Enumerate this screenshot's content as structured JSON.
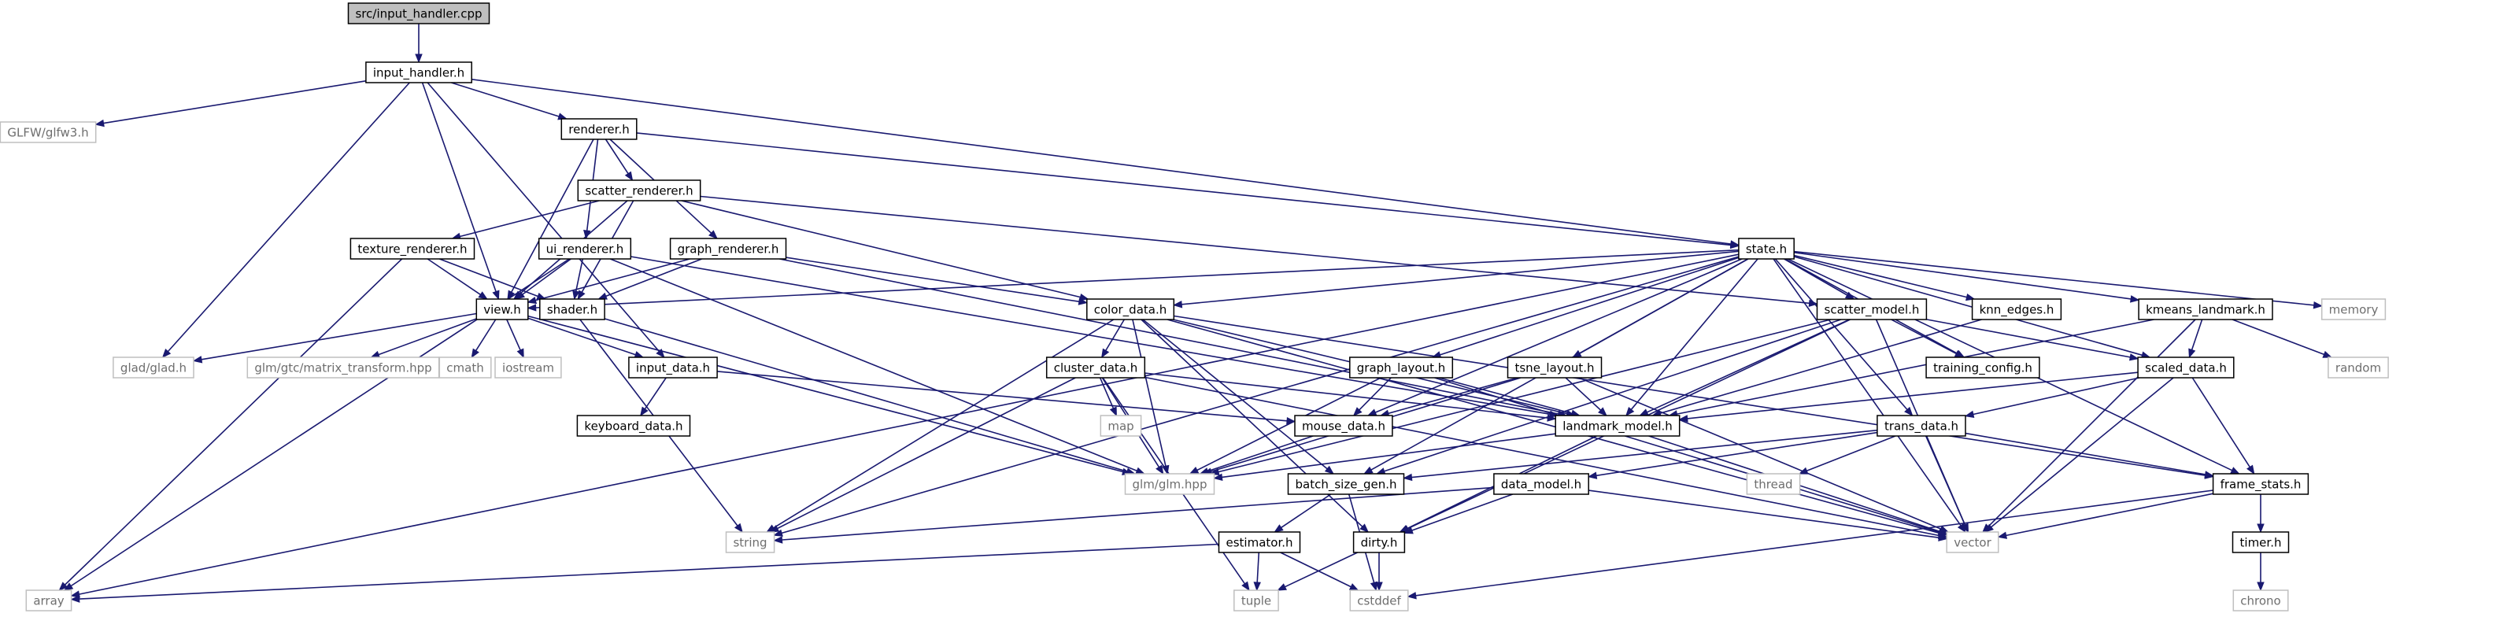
{
  "colors": {
    "edge": "#191970",
    "root_fill": "#bfbfbf",
    "external_border": "#bfbfbf"
  },
  "nodes": [
    {
      "id": "src_input_handler",
      "label": "src/input_handler.cpp",
      "kind": "root"
    },
    {
      "id": "input_handler_h",
      "label": "input_handler.h",
      "kind": "internal"
    },
    {
      "id": "glfw",
      "label": "GLFW/glfw3.h",
      "kind": "external"
    },
    {
      "id": "renderer_h",
      "label": "renderer.h",
      "kind": "internal"
    },
    {
      "id": "scatter_renderer_h",
      "label": "scatter_renderer.h",
      "kind": "internal"
    },
    {
      "id": "texture_renderer_h",
      "label": "texture_renderer.h",
      "kind": "internal"
    },
    {
      "id": "ui_renderer_h",
      "label": "ui_renderer.h",
      "kind": "internal"
    },
    {
      "id": "graph_renderer_h",
      "label": "graph_renderer.h",
      "kind": "internal"
    },
    {
      "id": "state_h",
      "label": "state.h",
      "kind": "internal"
    },
    {
      "id": "view_h",
      "label": "view.h",
      "kind": "internal"
    },
    {
      "id": "shader_h",
      "label": "shader.h",
      "kind": "internal"
    },
    {
      "id": "color_data_h",
      "label": "color_data.h",
      "kind": "internal"
    },
    {
      "id": "scatter_model_h",
      "label": "scatter_model.h",
      "kind": "internal"
    },
    {
      "id": "knn_edges_h",
      "label": "knn_edges.h",
      "kind": "internal"
    },
    {
      "id": "kmeans_landmark_h",
      "label": "kmeans_landmark.h",
      "kind": "internal"
    },
    {
      "id": "memory",
      "label": "memory",
      "kind": "external"
    },
    {
      "id": "glad",
      "label": "glad/glad.h",
      "kind": "external"
    },
    {
      "id": "glm_mt",
      "label": "glm/gtc/matrix_transform.hpp",
      "kind": "external"
    },
    {
      "id": "cmath",
      "label": "cmath",
      "kind": "external"
    },
    {
      "id": "iostream",
      "label": "iostream",
      "kind": "external"
    },
    {
      "id": "input_data_h",
      "label": "input_data.h",
      "kind": "internal"
    },
    {
      "id": "cluster_data_h",
      "label": "cluster_data.h",
      "kind": "internal"
    },
    {
      "id": "graph_layout_h",
      "label": "graph_layout.h",
      "kind": "internal"
    },
    {
      "id": "tsne_layout_h",
      "label": "tsne_layout.h",
      "kind": "internal"
    },
    {
      "id": "training_config_h",
      "label": "training_config.h",
      "kind": "internal"
    },
    {
      "id": "scaled_data_h",
      "label": "scaled_data.h",
      "kind": "internal"
    },
    {
      "id": "random",
      "label": "random",
      "kind": "external"
    },
    {
      "id": "keyboard_data_h",
      "label": "keyboard_data.h",
      "kind": "internal"
    },
    {
      "id": "map",
      "label": "map",
      "kind": "external"
    },
    {
      "id": "mouse_data_h",
      "label": "mouse_data.h",
      "kind": "internal"
    },
    {
      "id": "landmark_model_h",
      "label": "landmark_model.h",
      "kind": "internal"
    },
    {
      "id": "trans_data_h",
      "label": "trans_data.h",
      "kind": "internal"
    },
    {
      "id": "glm_glm",
      "label": "glm/glm.hpp",
      "kind": "external"
    },
    {
      "id": "batch_size_gen_h",
      "label": "batch_size_gen.h",
      "kind": "internal"
    },
    {
      "id": "thread",
      "label": "thread",
      "kind": "external"
    },
    {
      "id": "data_model_h",
      "label": "data_model.h",
      "kind": "internal"
    },
    {
      "id": "frame_stats_h",
      "label": "frame_stats.h",
      "kind": "internal"
    },
    {
      "id": "string",
      "label": "string",
      "kind": "external"
    },
    {
      "id": "vector",
      "label": "vector",
      "kind": "external"
    },
    {
      "id": "estimator_h",
      "label": "estimator.h",
      "kind": "internal"
    },
    {
      "id": "dirty_h",
      "label": "dirty.h",
      "kind": "internal"
    },
    {
      "id": "timer_h",
      "label": "timer.h",
      "kind": "internal"
    },
    {
      "id": "array",
      "label": "array",
      "kind": "external"
    },
    {
      "id": "tuple",
      "label": "tuple",
      "kind": "external"
    },
    {
      "id": "cstddef",
      "label": "cstddef",
      "kind": "external"
    },
    {
      "id": "chrono",
      "label": "chrono",
      "kind": "external"
    }
  ],
  "edges": [
    [
      "src_input_handler",
      "input_handler_h"
    ],
    [
      "input_handler_h",
      "glfw"
    ],
    [
      "input_handler_h",
      "glad"
    ],
    [
      "input_handler_h",
      "renderer_h"
    ],
    [
      "input_handler_h",
      "view_h"
    ],
    [
      "input_handler_h",
      "input_data_h"
    ],
    [
      "input_handler_h",
      "state_h"
    ],
    [
      "renderer_h",
      "scatter_renderer_h"
    ],
    [
      "renderer_h",
      "ui_renderer_h"
    ],
    [
      "renderer_h",
      "graph_renderer_h"
    ],
    [
      "renderer_h",
      "view_h"
    ],
    [
      "renderer_h",
      "state_h"
    ],
    [
      "scatter_renderer_h",
      "texture_renderer_h"
    ],
    [
      "scatter_renderer_h",
      "view_h"
    ],
    [
      "scatter_renderer_h",
      "shader_h"
    ],
    [
      "scatter_renderer_h",
      "color_data_h"
    ],
    [
      "scatter_renderer_h",
      "scatter_model_h"
    ],
    [
      "texture_renderer_h",
      "view_h"
    ],
    [
      "texture_renderer_h",
      "shader_h"
    ],
    [
      "texture_renderer_h",
      "array"
    ],
    [
      "ui_renderer_h",
      "view_h"
    ],
    [
      "ui_renderer_h",
      "shader_h"
    ],
    [
      "ui_renderer_h",
      "glm_glm"
    ],
    [
      "ui_renderer_h",
      "landmark_model_h"
    ],
    [
      "ui_renderer_h",
      "array"
    ],
    [
      "graph_renderer_h",
      "view_h"
    ],
    [
      "graph_renderer_h",
      "shader_h"
    ],
    [
      "graph_renderer_h",
      "color_data_h"
    ],
    [
      "graph_renderer_h",
      "landmark_model_h"
    ],
    [
      "state_h",
      "view_h"
    ],
    [
      "state_h",
      "color_data_h"
    ],
    [
      "state_h",
      "scatter_model_h"
    ],
    [
      "state_h",
      "knn_edges_h"
    ],
    [
      "state_h",
      "kmeans_landmark_h"
    ],
    [
      "state_h",
      "memory"
    ],
    [
      "state_h",
      "graph_layout_h"
    ],
    [
      "state_h",
      "tsne_layout_h"
    ],
    [
      "state_h",
      "training_config_h"
    ],
    [
      "state_h",
      "scaled_data_h"
    ],
    [
      "state_h",
      "mouse_data_h"
    ],
    [
      "state_h",
      "landmark_model_h"
    ],
    [
      "state_h",
      "trans_data_h"
    ],
    [
      "state_h",
      "frame_stats_h"
    ],
    [
      "state_h",
      "batch_size_gen_h"
    ],
    [
      "state_h",
      "string"
    ],
    [
      "state_h",
      "vector"
    ],
    [
      "state_h",
      "array"
    ],
    [
      "view_h",
      "glad"
    ],
    [
      "view_h",
      "glm_mt"
    ],
    [
      "view_h",
      "cmath"
    ],
    [
      "view_h",
      "iostream"
    ],
    [
      "view_h",
      "input_data_h"
    ],
    [
      "view_h",
      "glm_glm"
    ],
    [
      "shader_h",
      "glm_glm"
    ],
    [
      "shader_h",
      "string"
    ],
    [
      "color_data_h",
      "cluster_data_h"
    ],
    [
      "color_data_h",
      "glm_glm"
    ],
    [
      "color_data_h",
      "string"
    ],
    [
      "color_data_h",
      "dirty_h"
    ],
    [
      "color_data_h",
      "vector"
    ],
    [
      "color_data_h",
      "frame_stats_h"
    ],
    [
      "color_data_h",
      "landmark_model_h"
    ],
    [
      "color_data_h",
      "batch_size_gen_h"
    ],
    [
      "scatter_model_h",
      "glm_glm"
    ],
    [
      "scatter_model_h",
      "landmark_model_h"
    ],
    [
      "scatter_model_h",
      "training_config_h"
    ],
    [
      "scatter_model_h",
      "scaled_data_h"
    ],
    [
      "scatter_model_h",
      "vector"
    ],
    [
      "scatter_model_h",
      "dirty_h"
    ],
    [
      "scatter_model_h",
      "batch_size_gen_h"
    ],
    [
      "knn_edges_h",
      "landmark_model_h"
    ],
    [
      "kmeans_landmark_h",
      "random"
    ],
    [
      "kmeans_landmark_h",
      "scaled_data_h"
    ],
    [
      "kmeans_landmark_h",
      "landmark_model_h"
    ],
    [
      "kmeans_landmark_h",
      "vector"
    ],
    [
      "input_data_h",
      "keyboard_data_h"
    ],
    [
      "input_data_h",
      "mouse_data_h"
    ],
    [
      "cluster_data_h",
      "map"
    ],
    [
      "cluster_data_h",
      "glm_glm"
    ],
    [
      "cluster_data_h",
      "landmark_model_h"
    ],
    [
      "cluster_data_h",
      "string"
    ],
    [
      "cluster_data_h",
      "tuple"
    ],
    [
      "cluster_data_h",
      "vector"
    ],
    [
      "graph_layout_h",
      "mouse_data_h"
    ],
    [
      "graph_layout_h",
      "landmark_model_h"
    ],
    [
      "graph_layout_h",
      "glm_glm"
    ],
    [
      "graph_layout_h",
      "vector"
    ],
    [
      "tsne_layout_h",
      "mouse_data_h"
    ],
    [
      "tsne_layout_h",
      "landmark_model_h"
    ],
    [
      "tsne_layout_h",
      "glm_glm"
    ],
    [
      "tsne_layout_h",
      "vector"
    ],
    [
      "scaled_data_h",
      "landmark_model_h"
    ],
    [
      "scaled_data_h",
      "trans_data_h"
    ],
    [
      "scaled_data_h",
      "frame_stats_h"
    ],
    [
      "scaled_data_h",
      "vector"
    ],
    [
      "mouse_data_h",
      "glm_glm"
    ],
    [
      "landmark_model_h",
      "glm_glm"
    ],
    [
      "landmark_model_h",
      "vector"
    ],
    [
      "landmark_model_h",
      "dirty_h"
    ],
    [
      "trans_data_h",
      "thread"
    ],
    [
      "trans_data_h",
      "data_model_h"
    ],
    [
      "trans_data_h",
      "batch_size_gen_h"
    ],
    [
      "trans_data_h",
      "frame_stats_h"
    ],
    [
      "trans_data_h",
      "vector"
    ],
    [
      "batch_size_gen_h",
      "estimator_h"
    ],
    [
      "batch_size_gen_h",
      "cstddef"
    ],
    [
      "data_model_h",
      "string"
    ],
    [
      "data_model_h",
      "dirty_h"
    ],
    [
      "data_model_h",
      "vector"
    ],
    [
      "frame_stats_h",
      "timer_h"
    ],
    [
      "frame_stats_h",
      "vector"
    ],
    [
      "frame_stats_h",
      "cstddef"
    ],
    [
      "estimator_h",
      "array"
    ],
    [
      "estimator_h",
      "tuple"
    ],
    [
      "estimator_h",
      "cstddef"
    ],
    [
      "dirty_h",
      "tuple"
    ],
    [
      "dirty_h",
      "cstddef"
    ],
    [
      "timer_h",
      "chrono"
    ]
  ]
}
